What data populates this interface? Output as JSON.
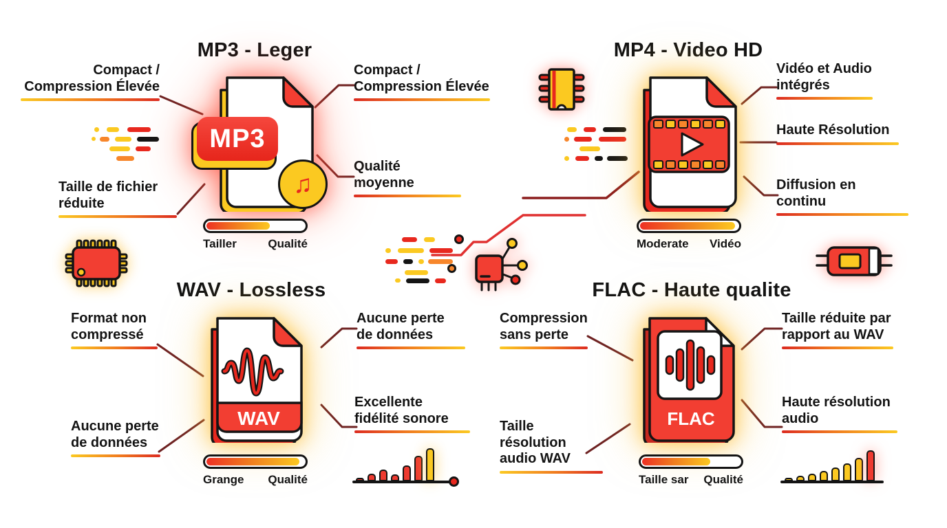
{
  "infographic": {
    "palette": {
      "red": "#EE3A30",
      "dark_red": "#C62820",
      "yellow": "#FBC921",
      "orange": "#F7862B",
      "black": "#141414",
      "maroon": "#6E2222"
    },
    "icons": {
      "music_note": "♫",
      "decorative": [
        "chip-icon",
        "microchip-icon",
        "processor-circuit-icon",
        "resistor-component-icon",
        "speed-dashes",
        "play-icon",
        "waveform-icon",
        "equalizer-icon",
        "folded-page-icon"
      ]
    },
    "mp3": {
      "title": "MP3 - Leger",
      "file_label": "MP3",
      "labels": {
        "top_left": "Compact /\nCompression Élevée",
        "bottom_left": "Taille de fichier\nréduite",
        "top_right": "Compact /\nCompression Élevée",
        "mid_right": "Qualité moyenne"
      },
      "meter": {
        "left": "Tailler",
        "right": "Qualité",
        "fill_percent": 65
      }
    },
    "mp4": {
      "title": "MP4 - Video HD",
      "labels": {
        "top_right": "Vidéo et Audio\nintégrés",
        "mid_right": "Haute Résolution",
        "bottom_right": "Diffusion en continu"
      },
      "meter": {
        "left": "Moderate",
        "right": "Vidéo",
        "fill_percent": 97
      }
    },
    "wav": {
      "title": "WAV - Lossless",
      "file_label": "WAV",
      "labels": {
        "top_left": "Format non\ncompressé",
        "bottom_left": "Aucune perte\nde données",
        "top_right": "Aucune perte\nde données",
        "bottom_right": "Excellente\nfidélité sonore"
      },
      "meter": {
        "left": "Grange",
        "right": "Qualité",
        "fill_percent": 95
      },
      "chart": {
        "type": "bar",
        "values": [
          5,
          11,
          17,
          10,
          23,
          37,
          48
        ],
        "colors": [
          "red",
          "red",
          "red",
          "red",
          "red",
          "red",
          "yellow"
        ]
      }
    },
    "flac": {
      "title": "FLAC - Haute qualite",
      "file_label": "FLAC",
      "labels": {
        "top_left": "Compression\nsans perte",
        "bottom_left": "Taille résolution\naudio WAV",
        "top_right": "Taille réduite par\nrapport au WAV",
        "bottom_right": "Haute résolution\naudio"
      },
      "meter": {
        "left": "Taille sar",
        "right": "Qualité",
        "fill_percent": 70
      },
      "chart": {
        "type": "bar",
        "values": [
          5,
          8,
          11,
          15,
          20,
          26,
          34,
          45
        ],
        "colors": [
          "yellow",
          "yellow",
          "yellow",
          "yellow",
          "yellow",
          "yellow",
          "yellow",
          "red"
        ]
      }
    }
  }
}
